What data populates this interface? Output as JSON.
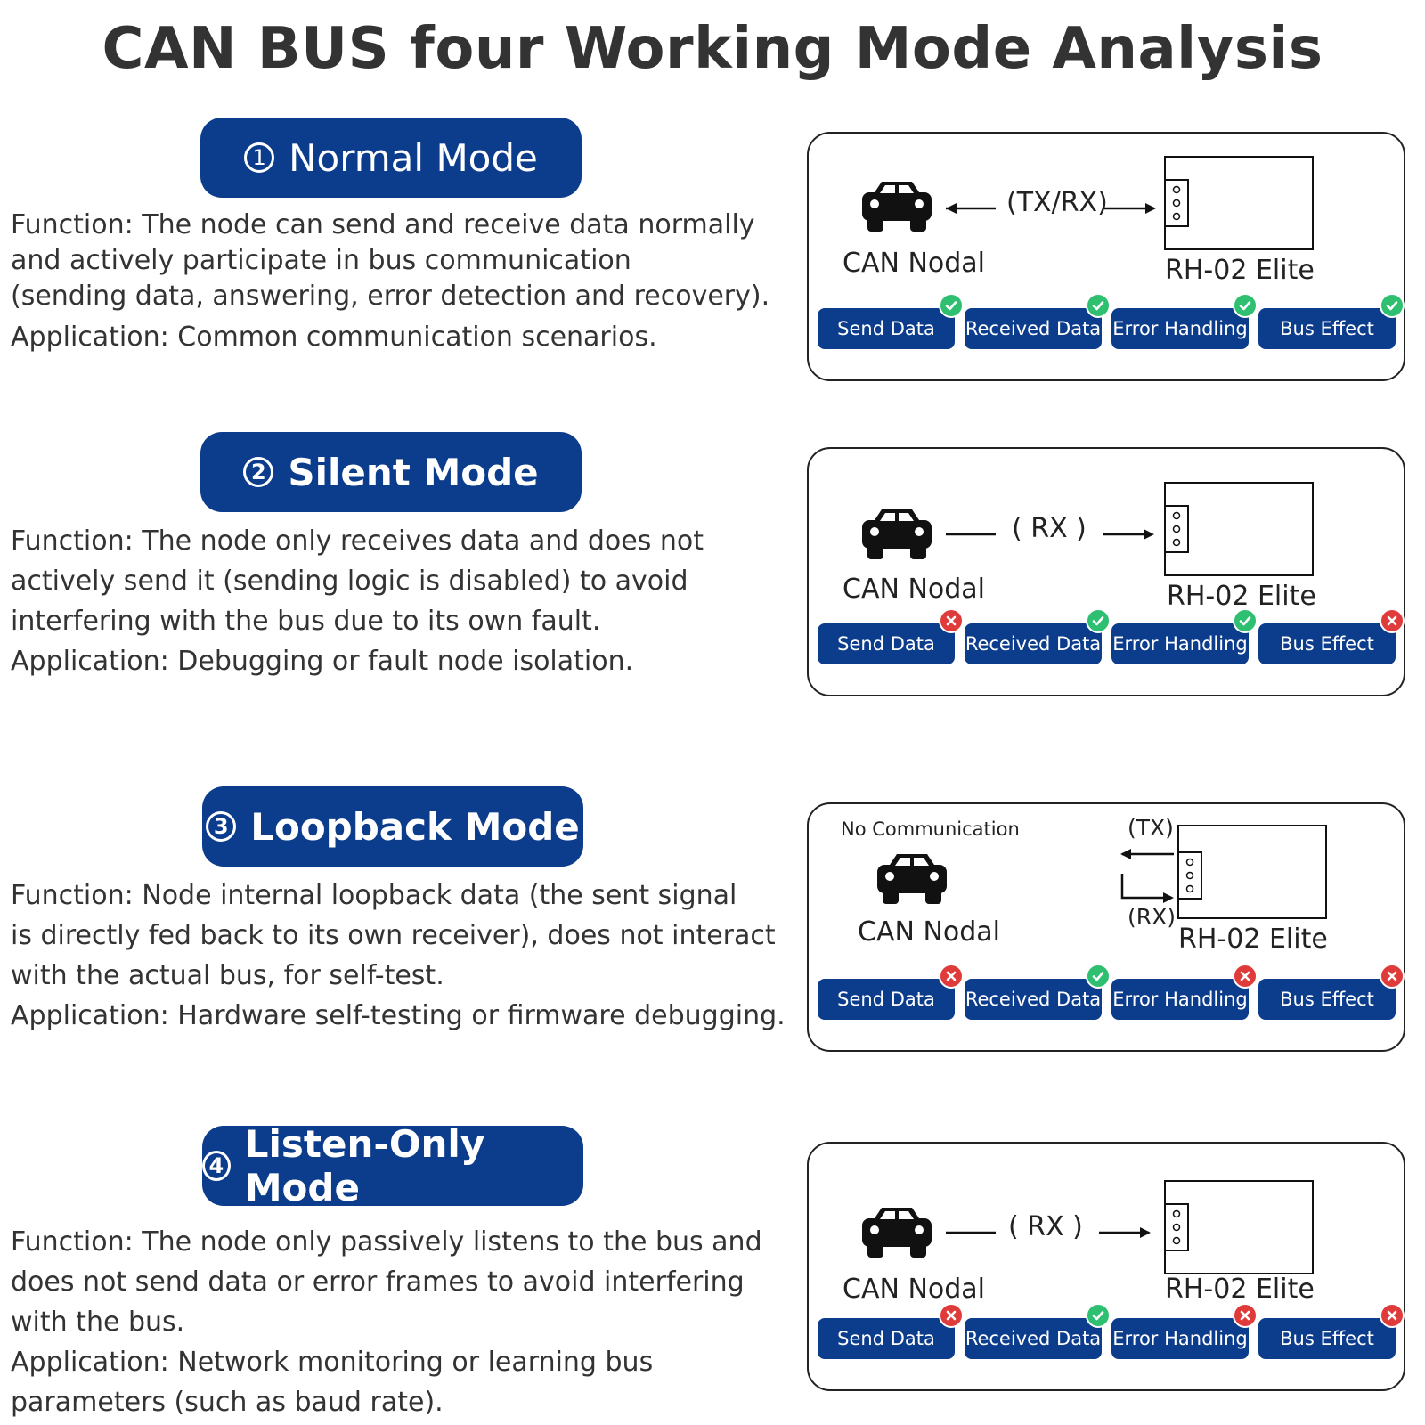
{
  "title": "CAN BUS four Working Mode Analysis",
  "status_colors": {
    "ok": "#2fbf71",
    "no": "#e03b3b",
    "accent": "#0c3c8c"
  },
  "modes": [
    {
      "number": "1",
      "name": "Normal Mode",
      "description": [
        "Function: The node can send and receive data normally",
        "and actively participate in bus communication",
        "(sending data, answering, error detection and recovery).",
        "Application: Common communication scenarios."
      ],
      "diagram": {
        "node_label": "CAN Nodal",
        "device_label": "RH-02 Elite",
        "signal_label": "(TX/RX)",
        "node_icon": "car-icon",
        "device_icon": "module-icon",
        "badges": [
          {
            "label": "Send Data",
            "status": "ok"
          },
          {
            "label": "Received Data",
            "status": "ok"
          },
          {
            "label": "Error Handling",
            "status": "ok"
          },
          {
            "label": "Bus Effect",
            "status": "ok"
          }
        ]
      }
    },
    {
      "number": "2",
      "name": "Silent Mode",
      "description": [
        "Function: The node only receives data and does not",
        "actively send it (sending logic is disabled) to avoid",
        "interfering with the bus due to its own fault.",
        "Application: Debugging or fault node isolation."
      ],
      "diagram": {
        "node_label": "CAN Nodal",
        "device_label": "RH-02 Elite",
        "signal_label": "( RX )",
        "node_icon": "car-icon",
        "device_icon": "module-icon",
        "badges": [
          {
            "label": "Send Data",
            "status": "no"
          },
          {
            "label": "Received Data",
            "status": "ok"
          },
          {
            "label": "Error Handling",
            "status": "ok"
          },
          {
            "label": "Bus Effect",
            "status": "no"
          }
        ]
      }
    },
    {
      "number": "3",
      "name": "Loopback Mode",
      "description": [
        "Function: Node internal loopback data (the sent signal",
        "is directly fed back to its own receiver), does not interact",
        "with the actual bus, for self-test.",
        "Application: Hardware self-testing or firmware debugging."
      ],
      "diagram": {
        "node_label": "CAN Nodal",
        "device_label": "RH-02 Elite",
        "note_label": "No Communication",
        "tx_label": "(TX)",
        "rx_label": "(RX)",
        "node_icon": "car-icon",
        "device_icon": "module-icon",
        "badges": [
          {
            "label": "Send Data",
            "status": "no"
          },
          {
            "label": "Received Data",
            "status": "ok"
          },
          {
            "label": "Error Handling",
            "status": "no"
          },
          {
            "label": "Bus Effect",
            "status": "no"
          }
        ]
      }
    },
    {
      "number": "4",
      "name": "Listen-Only Mode",
      "description": [
        "Function: The node only passively listens to the bus and",
        "does not send data or error frames to avoid interfering",
        "with the bus.",
        "Application: Network monitoring or learning bus",
        "parameters (such as baud rate)."
      ],
      "diagram": {
        "node_label": "CAN Nodal",
        "device_label": "RH-02 Elite",
        "signal_label": "( RX )",
        "node_icon": "car-icon",
        "device_icon": "module-icon",
        "badges": [
          {
            "label": "Send Data",
            "status": "no"
          },
          {
            "label": "Received Data",
            "status": "ok"
          },
          {
            "label": "Error Handling",
            "status": "no"
          },
          {
            "label": "Bus Effect",
            "status": "no"
          }
        ]
      }
    }
  ]
}
